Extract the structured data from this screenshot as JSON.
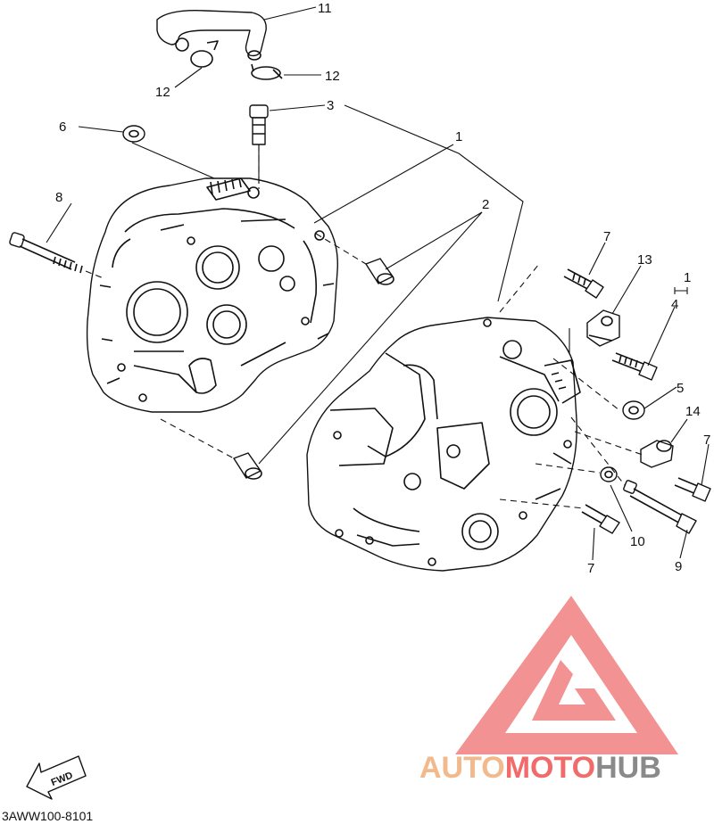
{
  "diagram": {
    "callouts": [
      "11",
      "12",
      "12",
      "3",
      "6",
      "1",
      "2",
      "8",
      "7",
      "13",
      "1",
      "4",
      "5",
      "14",
      "7",
      "10",
      "9",
      "7"
    ],
    "fwd_label": "FWD",
    "diagram_code": "3AWW100-8101"
  },
  "watermark": {
    "part1": "AUTO",
    "part2": "MOTO",
    "part3": "HUB",
    "colors": {
      "auto": "#f2b98c",
      "moto": "#f26b6b",
      "hub": "#8a8a8a",
      "logo": "#f07f7f"
    }
  }
}
